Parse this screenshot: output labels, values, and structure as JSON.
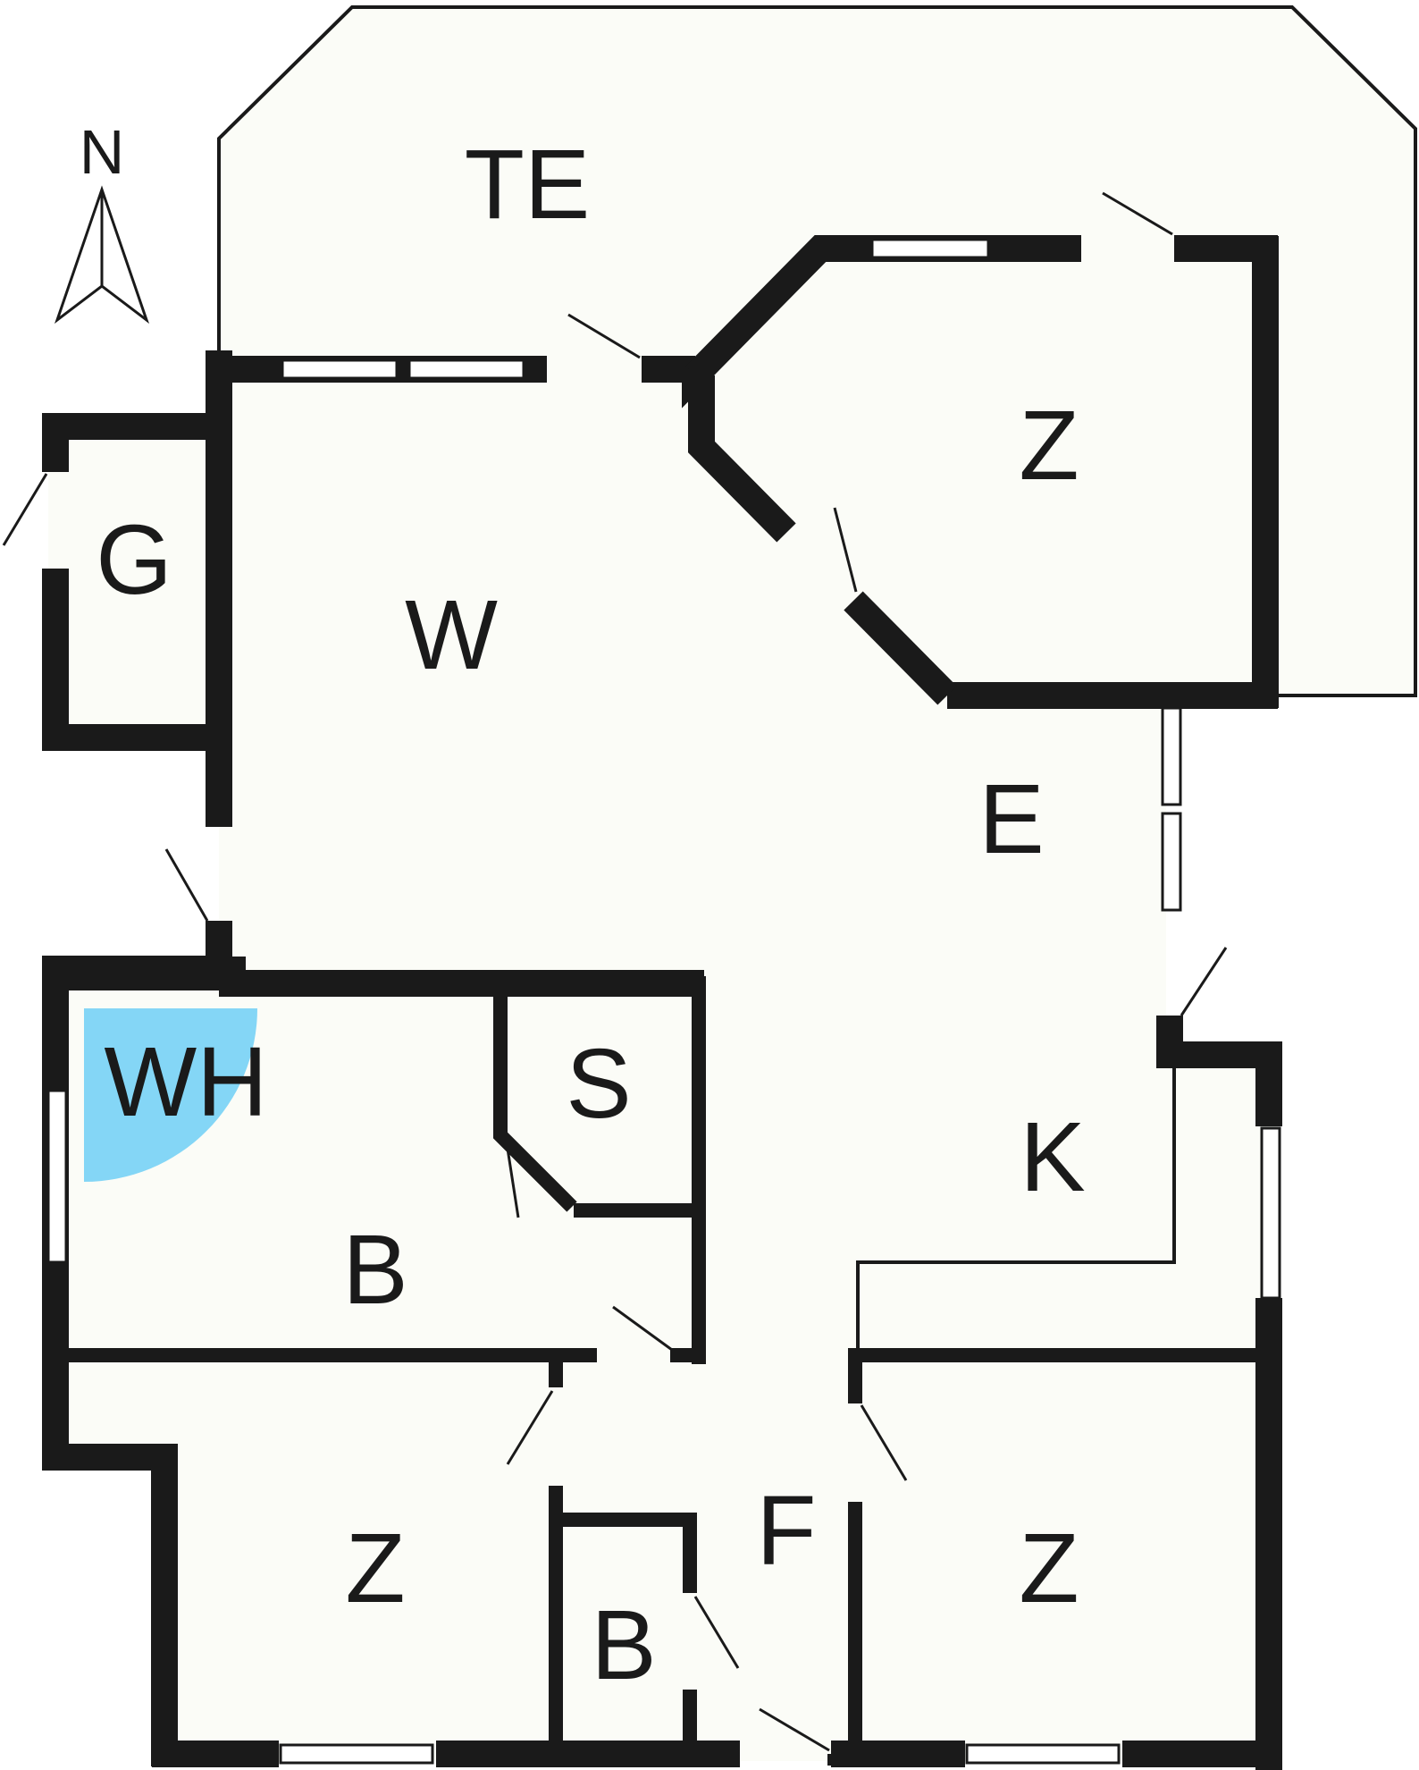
{
  "compass": {
    "label": "N",
    "icon": "north-arrow-icon"
  },
  "colors": {
    "floor": "#fbfcf7",
    "wall": "#1a1a1a",
    "thin_line": "#1a1a1a",
    "water_heater": "#84d6f6",
    "opening": "#ffffff"
  },
  "rooms": {
    "terrace": "TE",
    "bedroom_ne": "Z",
    "storage_g": "G",
    "living": "W",
    "hall_e": "E",
    "water_heater": "WH",
    "storage_s": "S",
    "bathroom_main": "B",
    "kitchen": "K",
    "bedroom_sw": "Z",
    "bathroom_small": "B",
    "hallway_f": "F",
    "bedroom_se": "Z"
  }
}
